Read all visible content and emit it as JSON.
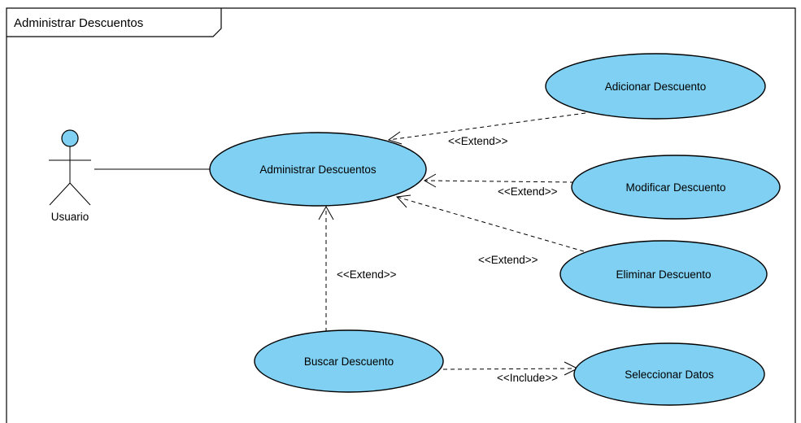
{
  "frame": {
    "title": "Administrar Descuentos"
  },
  "actor": {
    "name": "Usuario"
  },
  "use_cases": {
    "administrar": "Administrar Descuentos",
    "adicionar": "Adicionar Descuento",
    "modificar": "Modificar Descuento",
    "eliminar": "Eliminar Descuento",
    "buscar": "Buscar Descuento",
    "seleccionar": "Seleccionar Datos"
  },
  "relations": {
    "extend_adicionar": "<<Extend>>",
    "extend_modificar": "<<Extend>>",
    "extend_eliminar": "<<Extend>>",
    "extend_buscar": "<<Extend>>",
    "include_seleccionar": "<<Include>>"
  },
  "colors": {
    "use_case_fill": "#7fd0f2",
    "stroke": "#000000",
    "background": "#ffffff"
  }
}
